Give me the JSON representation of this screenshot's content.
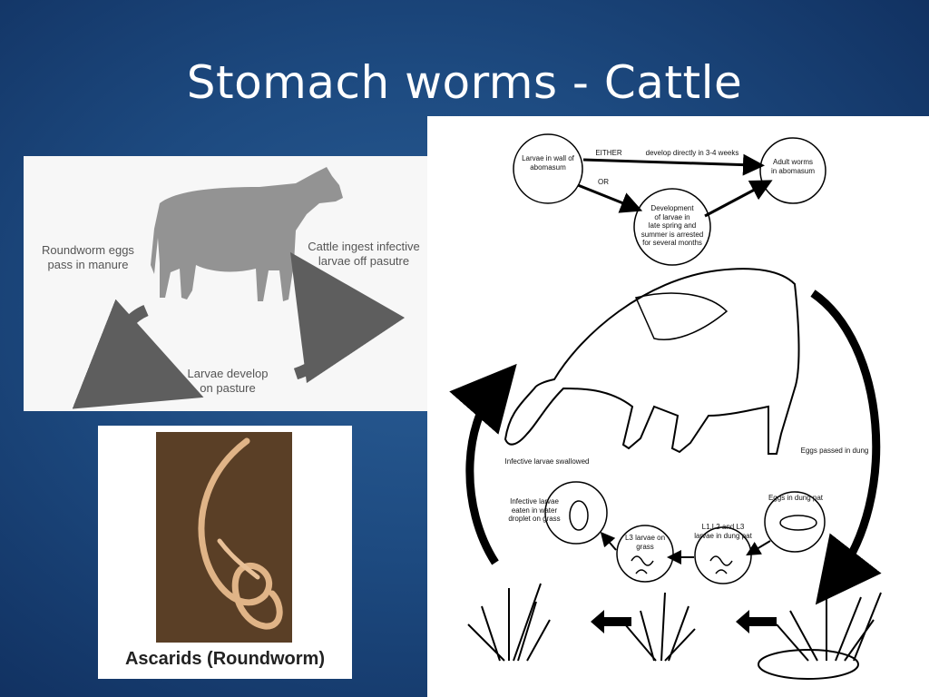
{
  "slide": {
    "title": "Stomach worms - Cattle"
  },
  "left_diagram": {
    "eggs_label": "Roundworm eggs\npass in manure",
    "ingest_label": "Cattle ingest infective\nlarvae off pasutre",
    "develop_label": "Larvae develop\non pasture"
  },
  "worm_photo": {
    "caption": "Ascarids (Roundworm)"
  },
  "right_diagram": {
    "larvae_wall": "Larvae in wall of\nabomasum",
    "either": "EITHER",
    "develop_directly": "develop directly in 3-4 weeks",
    "or": "OR",
    "adult_worms": "Adult worms\nin abomasum",
    "arrested": "Development\nof larvae in\nlate spring and\nsummer is arrested\nfor several months",
    "infective_swallowed": "Infective larvae swallowed",
    "eggs_passed": "Eggs passed in dung",
    "eggs_in_pat": "Eggs in dung pat",
    "l123_larvae": "L1,L2 and L3\nlarvae in dung pat",
    "l3_on_grass": "L3 larvae on\ngrass",
    "infective_eaten": "Infective larvae\neaten in water\ndroplet on grass"
  }
}
